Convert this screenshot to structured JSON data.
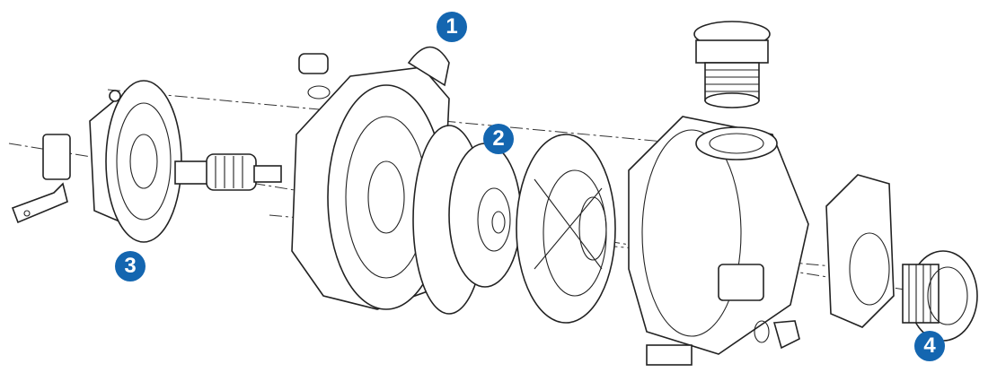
{
  "diagram": {
    "accent_color": "#1466b0",
    "callouts": [
      {
        "label": "1"
      },
      {
        "label": "2"
      },
      {
        "label": "3"
      },
      {
        "label": "4"
      }
    ]
  }
}
